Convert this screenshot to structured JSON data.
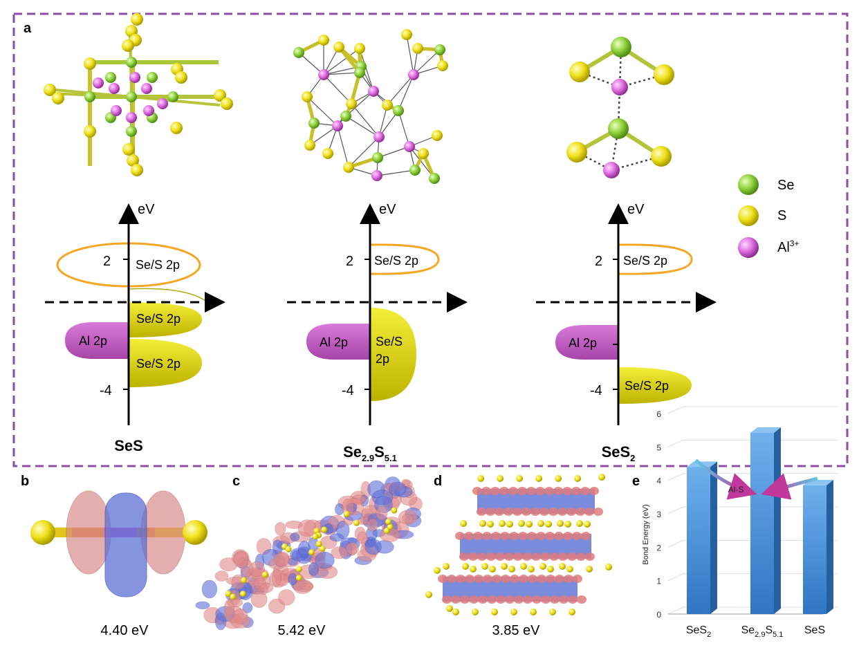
{
  "panel_labels": {
    "a": "a",
    "b": "b",
    "c": "c",
    "d": "d",
    "e": "e"
  },
  "legend": [
    {
      "label": "Se",
      "color": "#8fd13a"
    },
    {
      "label": "S",
      "color": "#f1e21a"
    },
    {
      "label": "Al",
      "sup": "3+",
      "color": "#d96ad9"
    }
  ],
  "energy_diagrams": [
    {
      "axis_label": "eV",
      "tick_2": "2",
      "tick_m4": "-4",
      "compound": {
        "base": "SeS",
        "parts": []
      },
      "bands": {
        "unoccupied": "Se/S 2p",
        "occ_upper": "Se/S 2p",
        "al": "Al 2p",
        "occ_lower": "Se/S 2p"
      }
    },
    {
      "axis_label": "eV",
      "tick_2": "2",
      "tick_m4": "-4",
      "compound": {
        "parts": [
          [
            "Se",
            "2.9"
          ],
          [
            "S",
            "5.1"
          ]
        ]
      },
      "bands": {
        "unoccupied": "Se/S 2p",
        "occ_line1": "Se/S",
        "occ_line2": "2p",
        "al": "Al 2p"
      }
    },
    {
      "axis_label": "eV",
      "tick_2": "2",
      "tick_m4": "-4",
      "compound": {
        "parts": [
          [
            "SeS",
            "2"
          ]
        ]
      },
      "bands": {
        "unoccupied": "Se/S 2p",
        "al": "Al 2p",
        "occ_lower": "Se/S 2p"
      }
    }
  ],
  "captions": {
    "b": "4.40 eV",
    "c": "5.42 eV",
    "d": "3.85 eV"
  },
  "colors": {
    "frame": "#8b4ea6",
    "band_yellow": "#e8e21a",
    "band_orange": "#f5a623",
    "band_purple": "#c65ec7",
    "bar_blue": "#4a90d9"
  },
  "chart_data": {
    "type": "bar",
    "categories": [
      "SeS2",
      "Se2.9S5.1",
      "SeS"
    ],
    "category_labels": [
      {
        "parts": [
          [
            "SeS",
            "2"
          ]
        ]
      },
      {
        "parts": [
          [
            "Se",
            "2.9"
          ],
          [
            "S",
            "5.1"
          ]
        ]
      },
      {
        "parts": [
          [
            "SeS",
            ""
          ]
        ]
      }
    ],
    "values": [
      4.4,
      5.42,
      3.85
    ],
    "ylabel": "Bond Energy (eV)",
    "yticks": [
      "0",
      "1",
      "2",
      "3",
      "4",
      "5",
      "6"
    ],
    "ylim": [
      0,
      6
    ],
    "annotation": "Al-S",
    "grid": true
  }
}
